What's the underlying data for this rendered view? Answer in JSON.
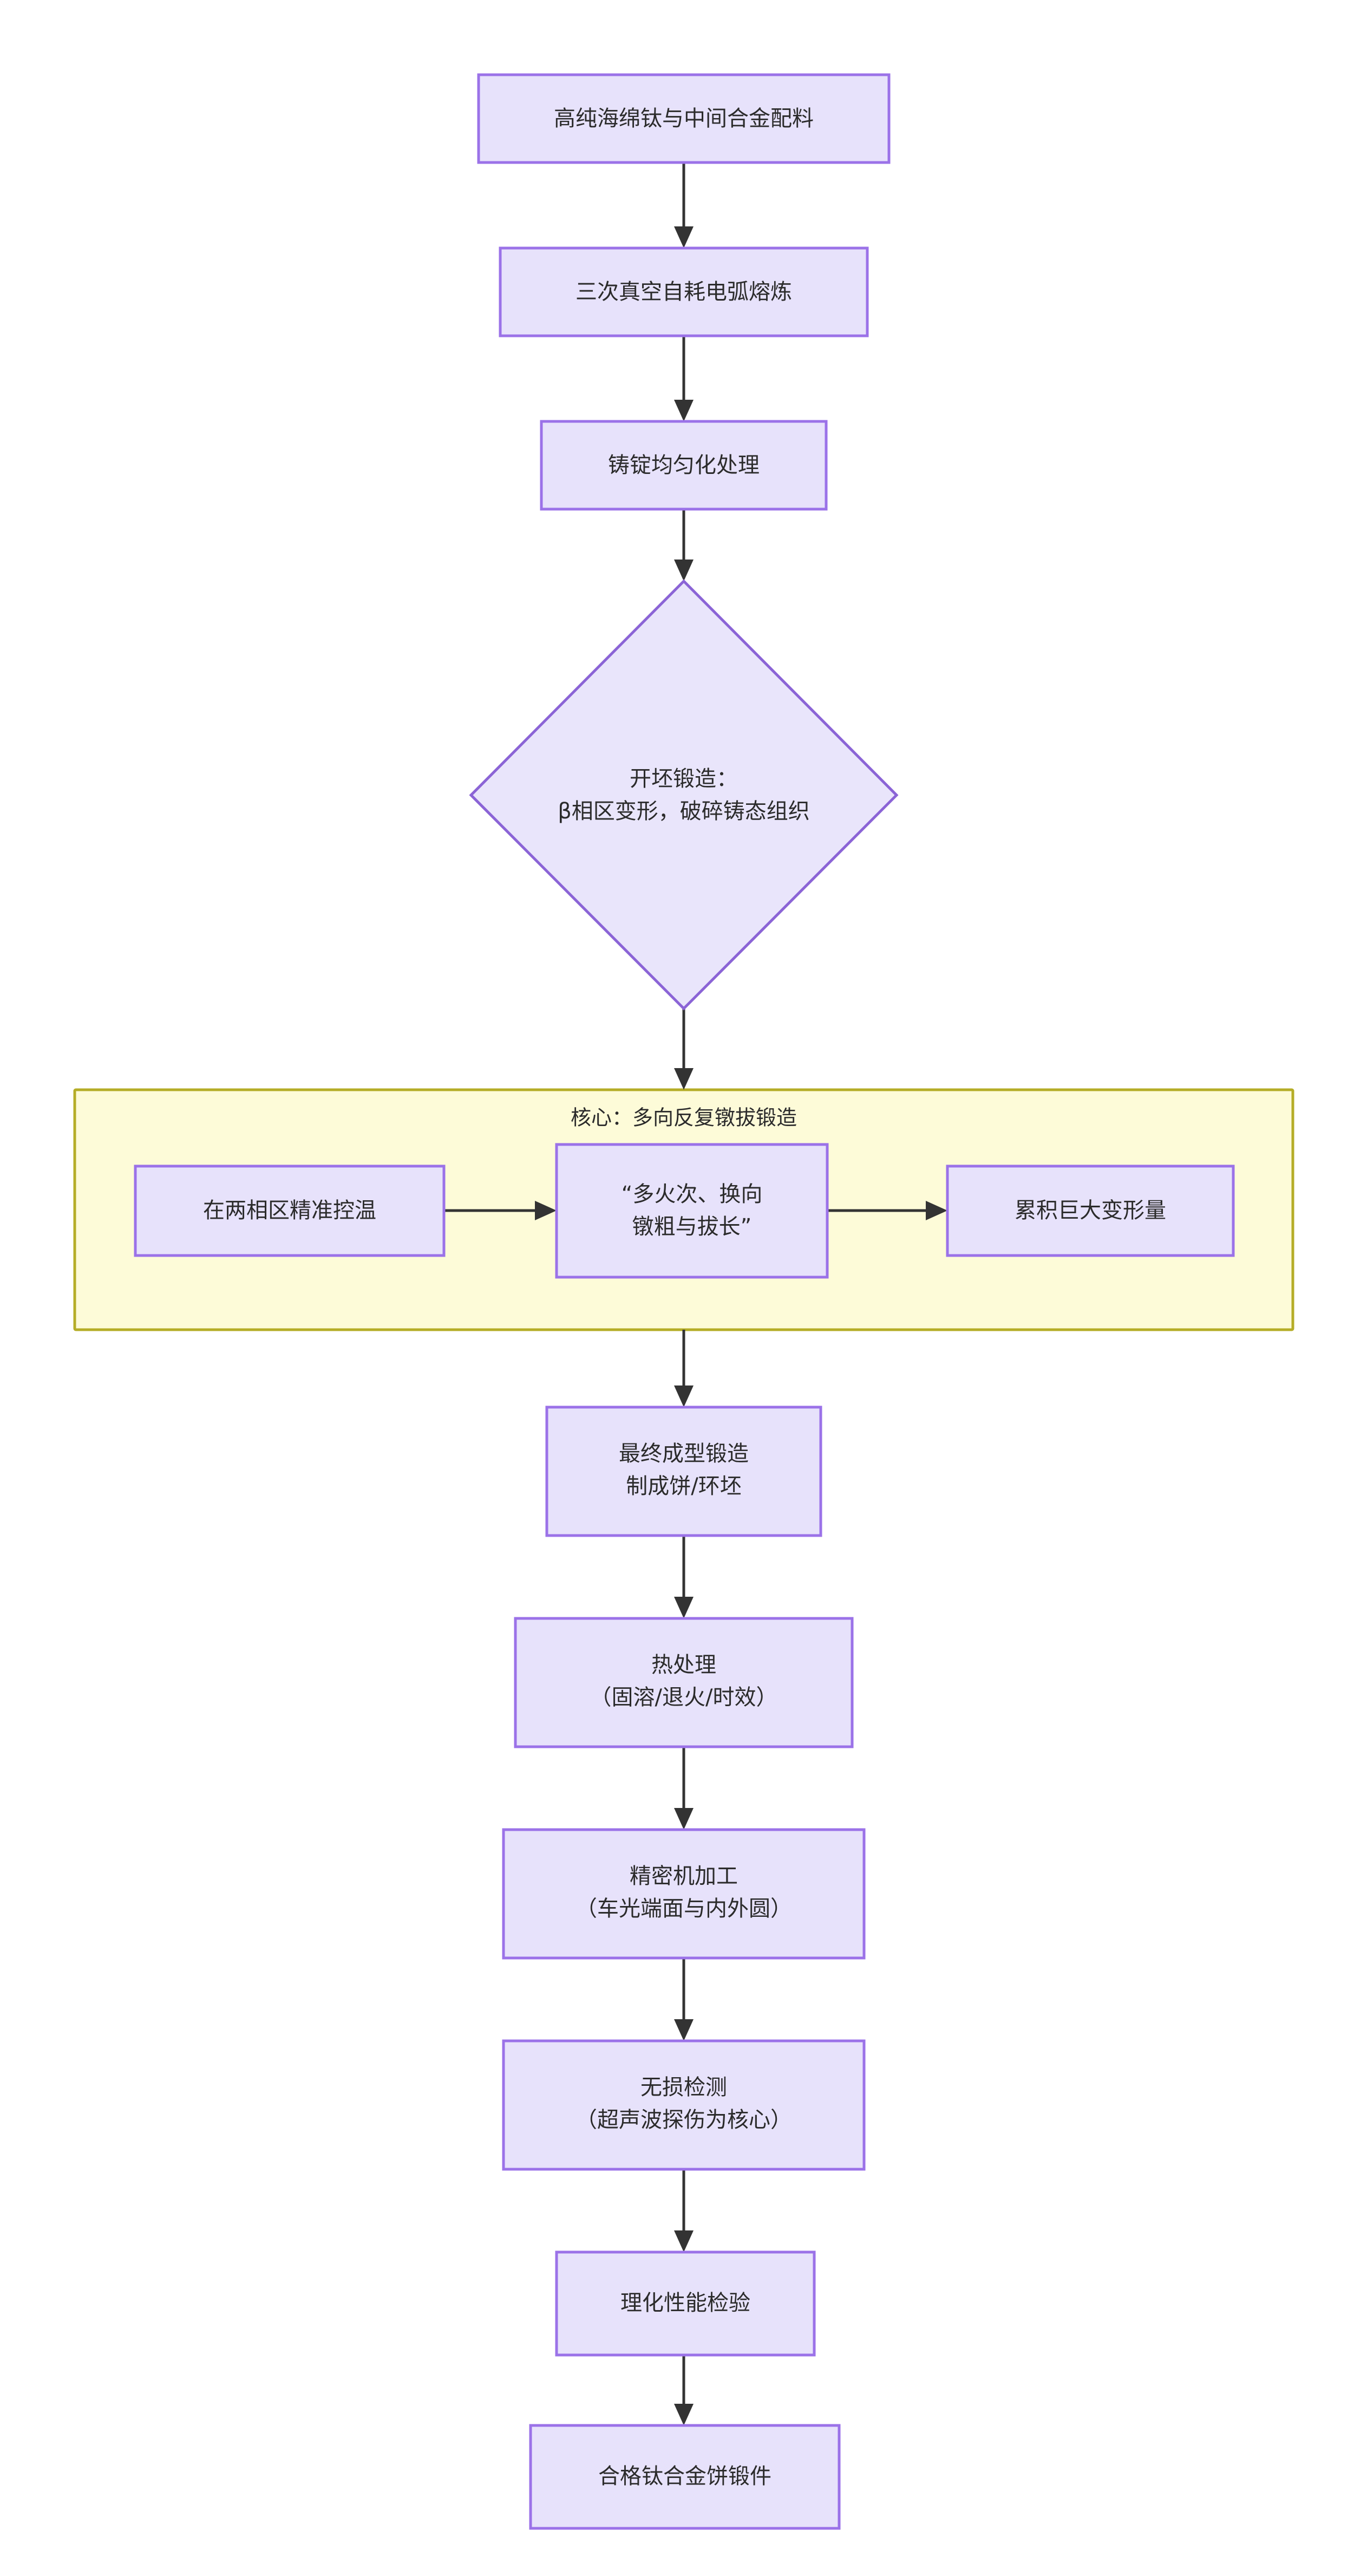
{
  "diagram": {
    "title_visible": false,
    "type": "flowchart",
    "orientation": "top-to-bottom",
    "colors": {
      "node_fill": "#e7e2fb",
      "node_stroke": "#9b72e8",
      "cluster_fill": "#fdfbd8",
      "cluster_stroke": "#b5ad27",
      "edge": "#333333",
      "text": "#2b2b2b",
      "background": "#ffffff"
    },
    "nodes": [
      {
        "id": "n1",
        "shape": "rect",
        "lines": [
          "高纯海绵钛与中间合金配料"
        ]
      },
      {
        "id": "n2",
        "shape": "rect",
        "lines": [
          "三次真空自耗电弧熔炼"
        ]
      },
      {
        "id": "n3",
        "shape": "rect",
        "lines": [
          "铸锭均匀化处理"
        ]
      },
      {
        "id": "n4",
        "shape": "diamond",
        "lines": [
          "开坯锻造：",
          "β相区变形，破碎铸态组织"
        ]
      },
      {
        "id": "n5",
        "shape": "rect",
        "lines": [
          "在两相区精准控温"
        ]
      },
      {
        "id": "n6",
        "shape": "rect",
        "lines": [
          "“多火次、换向",
          "镦粗与拔长”"
        ]
      },
      {
        "id": "n7",
        "shape": "rect",
        "lines": [
          "累积巨大变形量"
        ]
      },
      {
        "id": "n8",
        "shape": "rect",
        "lines": [
          "最终成型锻造",
          "制成饼/环坯"
        ]
      },
      {
        "id": "n9",
        "shape": "rect",
        "lines": [
          "热处理",
          "（固溶/退火/时效）"
        ]
      },
      {
        "id": "n10",
        "shape": "rect",
        "lines": [
          "精密机加工",
          "（车光端面与内外圆）"
        ]
      },
      {
        "id": "n11",
        "shape": "rect",
        "lines": [
          "无损检测",
          "（超声波探伤为核心）"
        ]
      },
      {
        "id": "n12",
        "shape": "rect",
        "lines": [
          "理化性能检验"
        ]
      },
      {
        "id": "n13",
        "shape": "rect",
        "lines": [
          "合格钛合金饼锻件"
        ]
      }
    ],
    "cluster": {
      "id": "c1",
      "label": "核心：多向反复镦拔锻造",
      "member_nodes": [
        "n5",
        "n6",
        "n7"
      ]
    },
    "edges": [
      {
        "from": "n1",
        "to": "n2",
        "label": ""
      },
      {
        "from": "n2",
        "to": "n3",
        "label": ""
      },
      {
        "from": "n3",
        "to": "n4",
        "label": ""
      },
      {
        "from": "n4",
        "to": "n6",
        "label": ""
      },
      {
        "from": "n5",
        "to": "n6",
        "label": ""
      },
      {
        "from": "n6",
        "to": "n7",
        "label": ""
      },
      {
        "from": "n6",
        "to": "n8",
        "label": ""
      },
      {
        "from": "n8",
        "to": "n9",
        "label": ""
      },
      {
        "from": "n9",
        "to": "n10",
        "label": ""
      },
      {
        "from": "n10",
        "to": "n11",
        "label": ""
      },
      {
        "from": "n11",
        "to": "n12",
        "label": ""
      },
      {
        "from": "n12",
        "to": "n13",
        "label": ""
      }
    ]
  }
}
